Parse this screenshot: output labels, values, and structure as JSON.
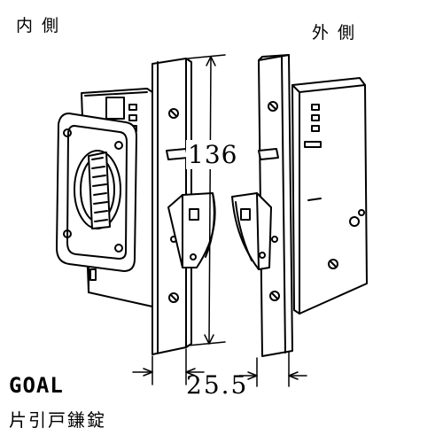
{
  "labels": {
    "inner_side": "内側",
    "outer_side": "外側",
    "height_dim": "136",
    "width_dim": "25.5",
    "brand": "GOAL",
    "product": "片引戸鎌錠"
  }
}
